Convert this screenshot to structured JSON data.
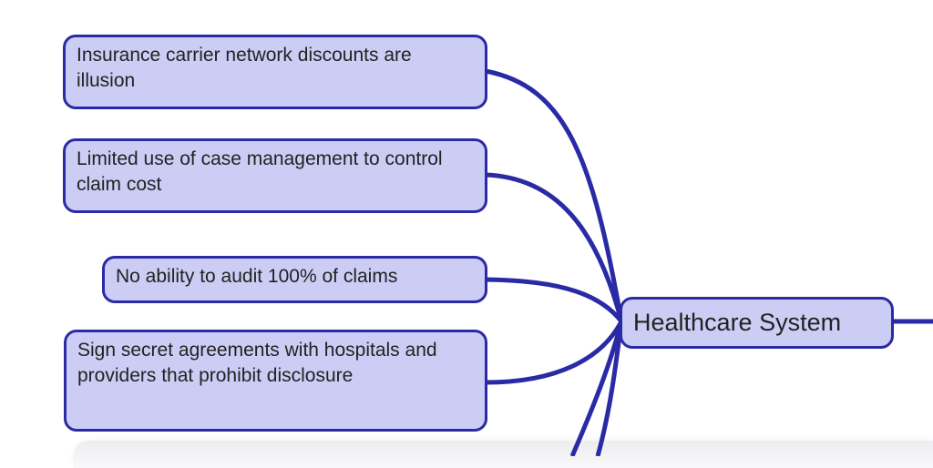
{
  "diagram": {
    "type": "mind-map",
    "colors": {
      "node_fill": "#cccdf5",
      "node_border": "#2a2aa6",
      "link": "#2a2aa6",
      "text": "#222222"
    },
    "central_node": {
      "label": "Healthcare System"
    },
    "child_nodes": [
      {
        "label": "Insurance carrier network discounts are illusion"
      },
      {
        "label": "Limited use of case management to control claim cost"
      },
      {
        "label": "No ability to audit 100% of claims"
      },
      {
        "label": "Sign secret agreements with hospitals and providers that prohibit disclosure"
      }
    ]
  }
}
